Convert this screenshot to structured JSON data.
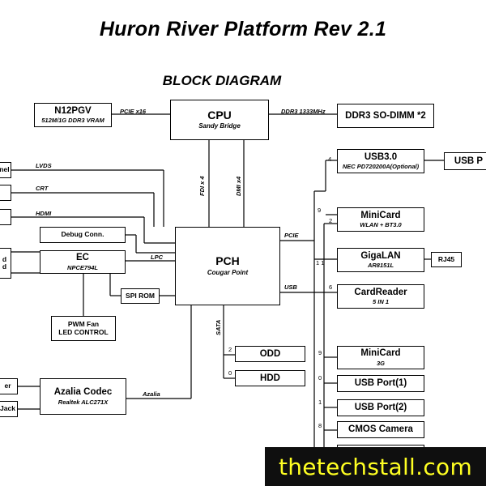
{
  "title": "Huron River Platform Rev 2.1",
  "subtitle": "BLOCK DIAGRAM",
  "blocks": {
    "gpu": {
      "name": "N12PGV",
      "detail": "512M/1G DDR3 VRAM"
    },
    "cpu": {
      "name": "CPU",
      "detail": "Sandy Bridge"
    },
    "ddr3": {
      "name": "DDR3 SO-DIMM *2"
    },
    "pch": {
      "name": "PCH",
      "detail": "Cougar Point"
    },
    "debug": {
      "name": "Debug Conn."
    },
    "ec": {
      "name": "EC",
      "detail": "NPCE794L"
    },
    "spi": {
      "name": "SPI ROM"
    },
    "fan": {
      "name": "PWM Fan",
      "detail": "LED CONTROL"
    },
    "codec": {
      "name": "Azalia Codec",
      "detail": "Realtek ALC271X"
    },
    "usb3": {
      "name": "USB3.0",
      "detail": "NEC PD720200A(Optional)"
    },
    "usbport_right": {
      "name": "USB P"
    },
    "minicard_wlan": {
      "name": "MiniCard",
      "detail": "WLAN + BT3.0"
    },
    "gigalan": {
      "name": "GigaLAN",
      "detail": "AR8151L"
    },
    "rj45": {
      "name": "RJ45"
    },
    "cardreader": {
      "name": "CardReader",
      "detail": "5 IN 1"
    },
    "odd": {
      "name": "ODD"
    },
    "hdd": {
      "name": "HDD"
    },
    "minicard_3g": {
      "name": "MiniCard",
      "detail": "3G"
    },
    "usbport1": {
      "name": "USB Port(1)"
    },
    "usbport2": {
      "name": "USB Port(2)"
    },
    "camera": {
      "name": "CMOS Camera"
    }
  },
  "edge_boxes": {
    "panel": "nel",
    "kb_a": "d",
    "kb_b": "d",
    "speaker": "er",
    "jack": "Jack"
  },
  "bus_labels": {
    "pcie_x16": "PCIE  x16",
    "ddr3_bus": "DDR3  1333MHz",
    "lvds": "LVDS",
    "crt": "CRT",
    "hdmi": "HDMI",
    "lpc": "LPC",
    "fdi": "FDI x 4",
    "dmi": "DMI x4",
    "pcie": "PCIE",
    "usb": "USB",
    "sata": "SATA",
    "azalia": "Azalia"
  },
  "port_numbers": {
    "usb3": "4",
    "minicard_wlan_pcie": "9",
    "minicard_wlan_usb": "2",
    "gigalan": "1 1",
    "cardreader": "6",
    "odd": "2",
    "hdd": "0",
    "minicard_3g": "9",
    "usbport1": "0",
    "usbport2": "1",
    "camera": "8"
  },
  "watermark": "thetechstall.com",
  "colors": {
    "watermark_bg": "#0f0f0f",
    "watermark_text": "#ffff22"
  }
}
